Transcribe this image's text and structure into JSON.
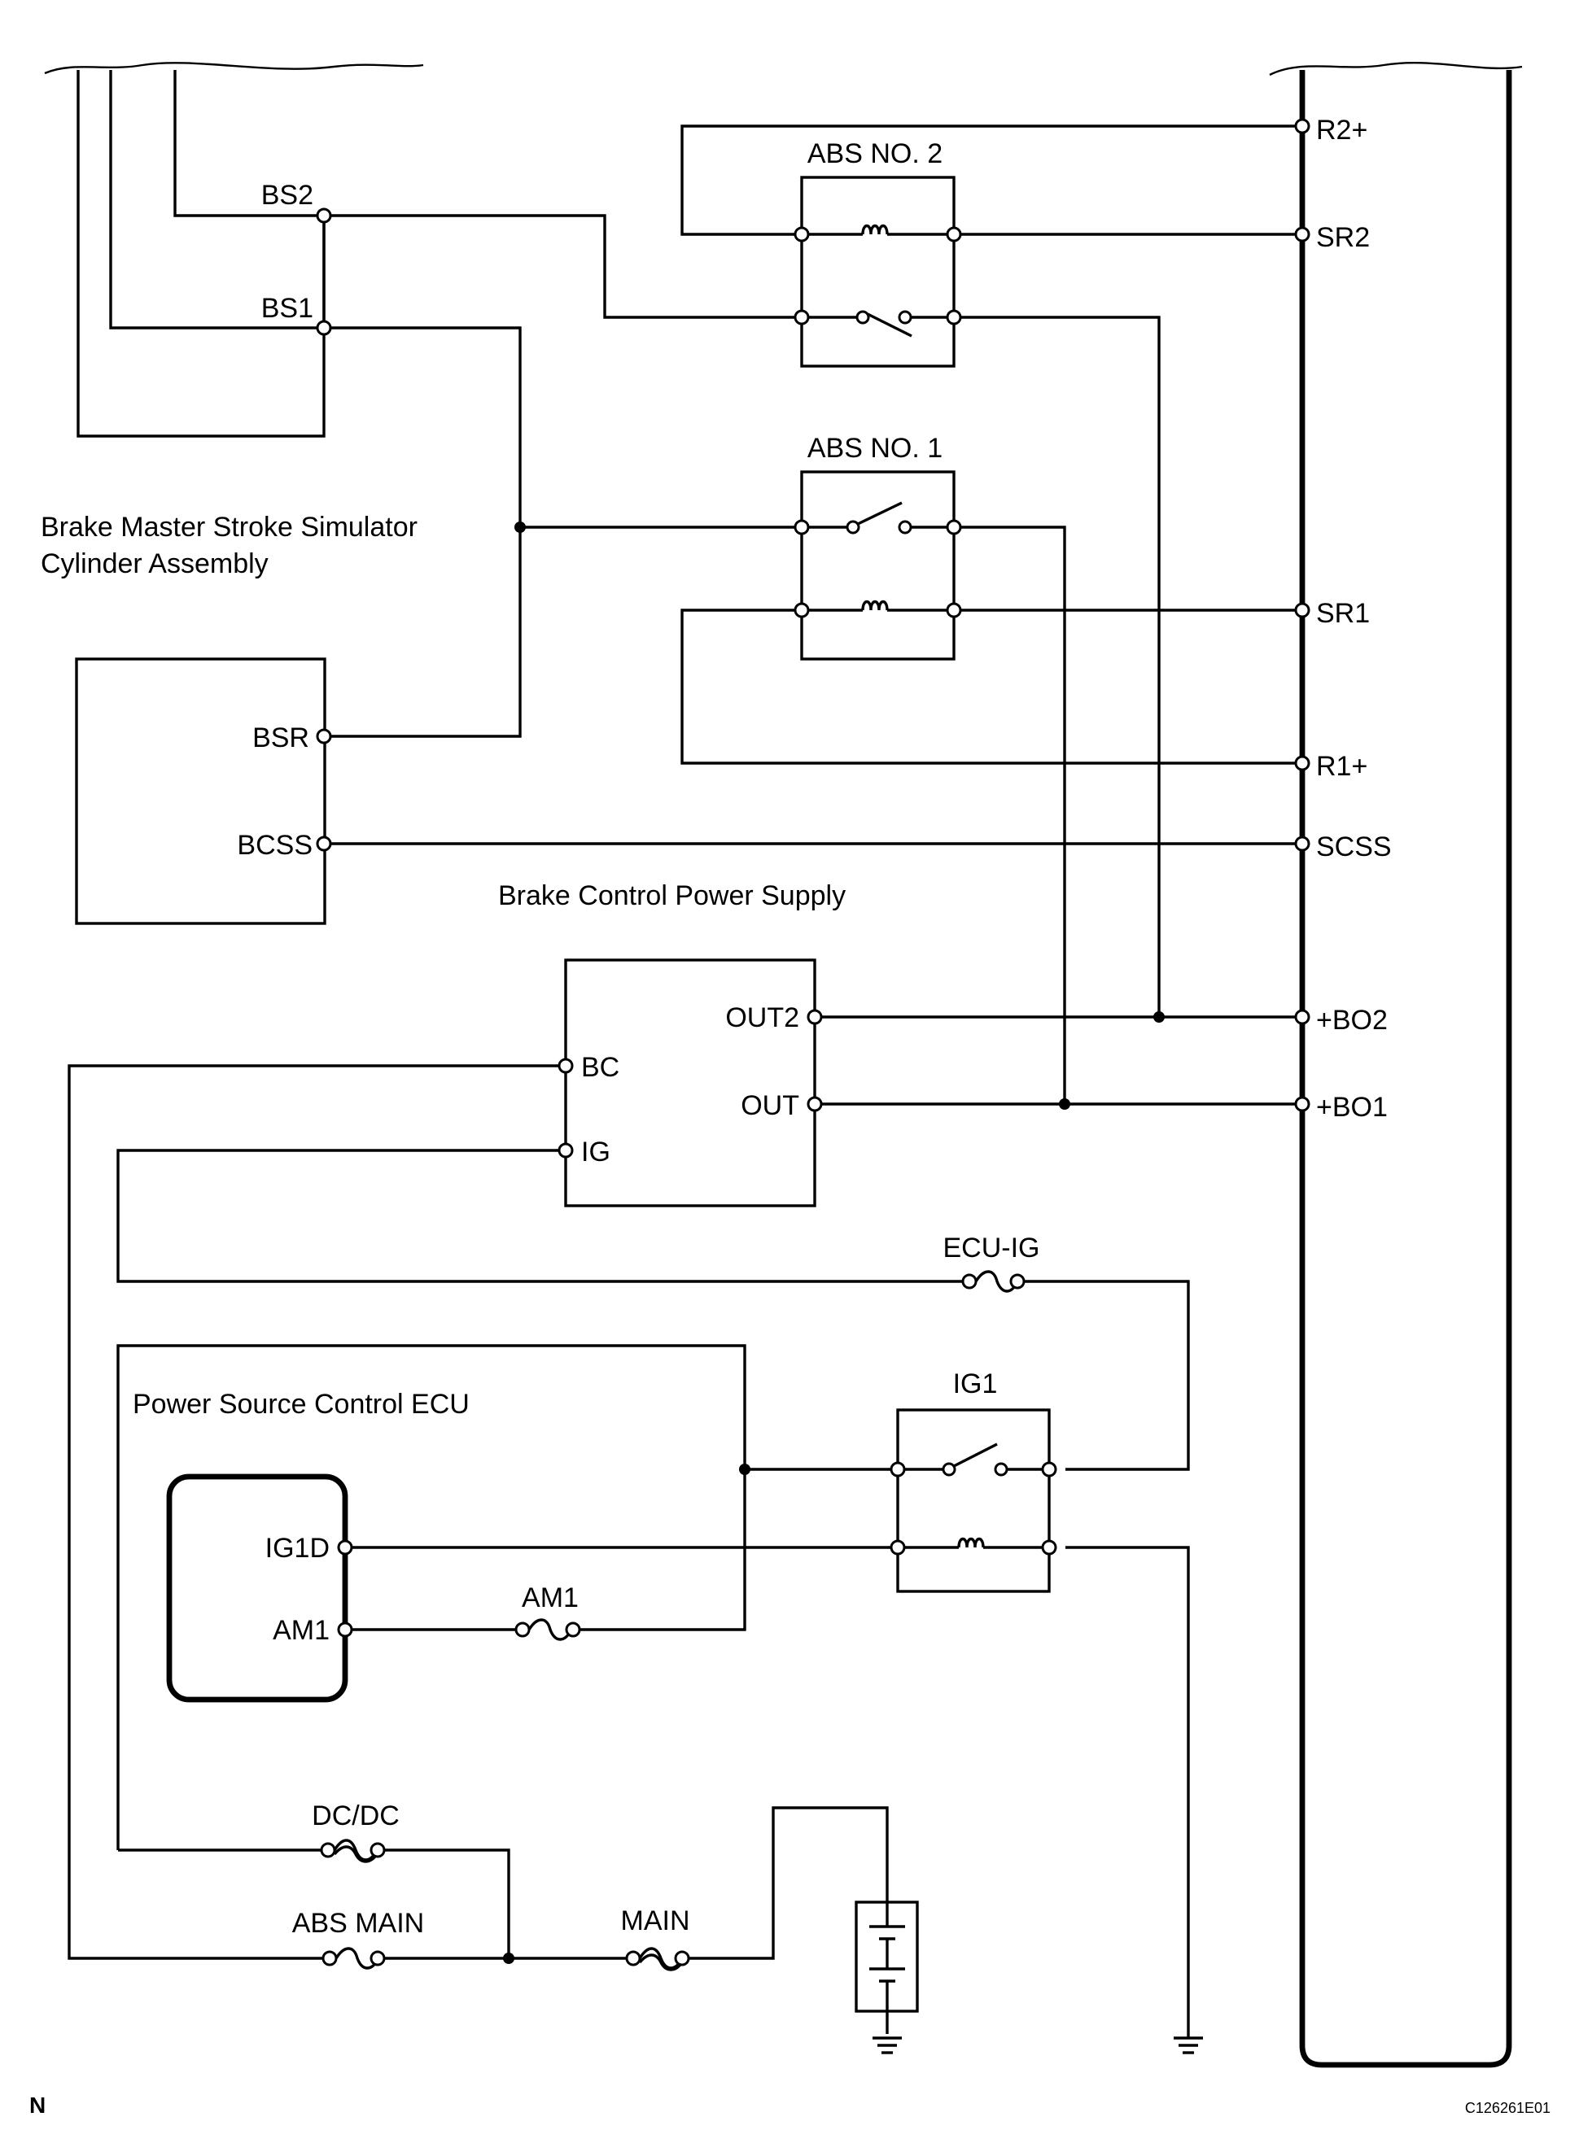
{
  "components": {
    "brake_master_stroke_simulator": {
      "name_line1": "Brake Master Stroke Simulator",
      "name_line2": "Cylinder Assembly",
      "pins": {
        "bs2": "BS2",
        "bs1": "BS1",
        "bsr": "BSR",
        "bcss": "BCSS"
      }
    },
    "abs_no2_relay": {
      "name": "ABS NO. 2"
    },
    "abs_no1_relay": {
      "name": "ABS NO. 1"
    },
    "skid_control_ecu": {
      "pins": {
        "r2p": "R2+",
        "sr2": "SR2",
        "sr1": "SR1",
        "r1p": "R1+",
        "scss": "SCSS",
        "bo2": "+BO2",
        "bo1": "+BO1"
      }
    },
    "brake_control_power_supply": {
      "name": "Brake Control Power Supply",
      "pins": {
        "out2": "OUT2",
        "bc": "BC",
        "out": "OUT",
        "ig": "IG"
      }
    },
    "power_source_control_ecu": {
      "name": "Power Source Control ECU",
      "pins": {
        "ig1d": "IG1D",
        "am1": "AM1"
      }
    },
    "ig1_relay": {
      "name": "IG1"
    }
  },
  "fuses": {
    "ecu_ig": "ECU-IG",
    "am1": "AM1",
    "dcdc": "DC/DC",
    "abs_main": "ABS MAIN",
    "main": "MAIN"
  },
  "corner_mark": "N",
  "figure_code": "C126261E01"
}
